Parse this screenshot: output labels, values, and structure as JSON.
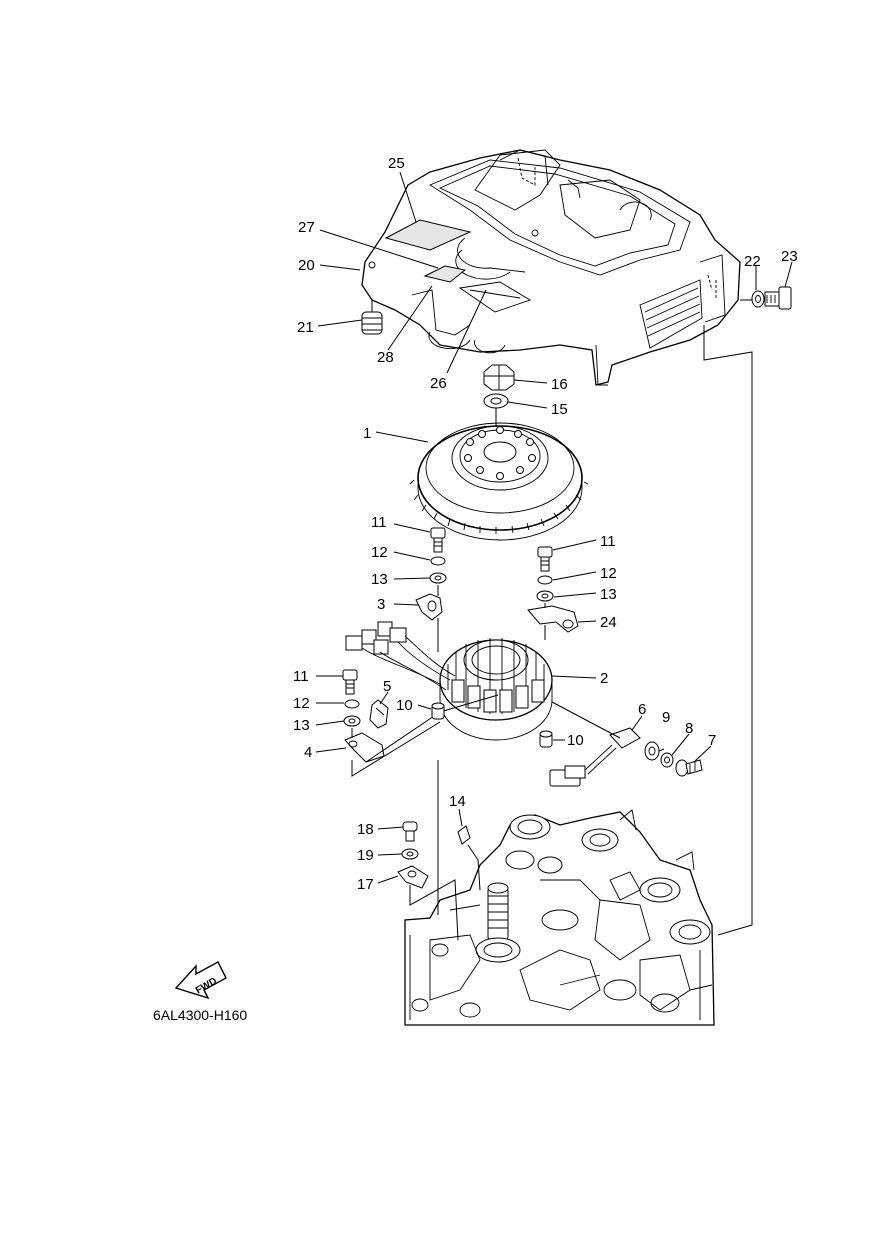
{
  "diagram_code": "6AL4300-H160",
  "fwd_label": "FWD",
  "callouts": {
    "c1": "1",
    "c2": "2",
    "c3": "3",
    "c4": "4",
    "c5": "5",
    "c6": "6",
    "c7": "7",
    "c8": "8",
    "c9": "9",
    "c10a": "10",
    "c10b": "10",
    "c11a": "11",
    "c11b": "11",
    "c11c": "11",
    "c12a": "12",
    "c12b": "12",
    "c12c": "12",
    "c13a": "13",
    "c13b": "13",
    "c13c": "13",
    "c14": "14",
    "c15": "15",
    "c16": "16",
    "c17": "17",
    "c18": "18",
    "c19": "19",
    "c20": "20",
    "c21": "21",
    "c22": "22",
    "c23": "23",
    "c24": "24",
    "c25": "25",
    "c26": "26",
    "c27": "27",
    "c28": "28"
  }
}
